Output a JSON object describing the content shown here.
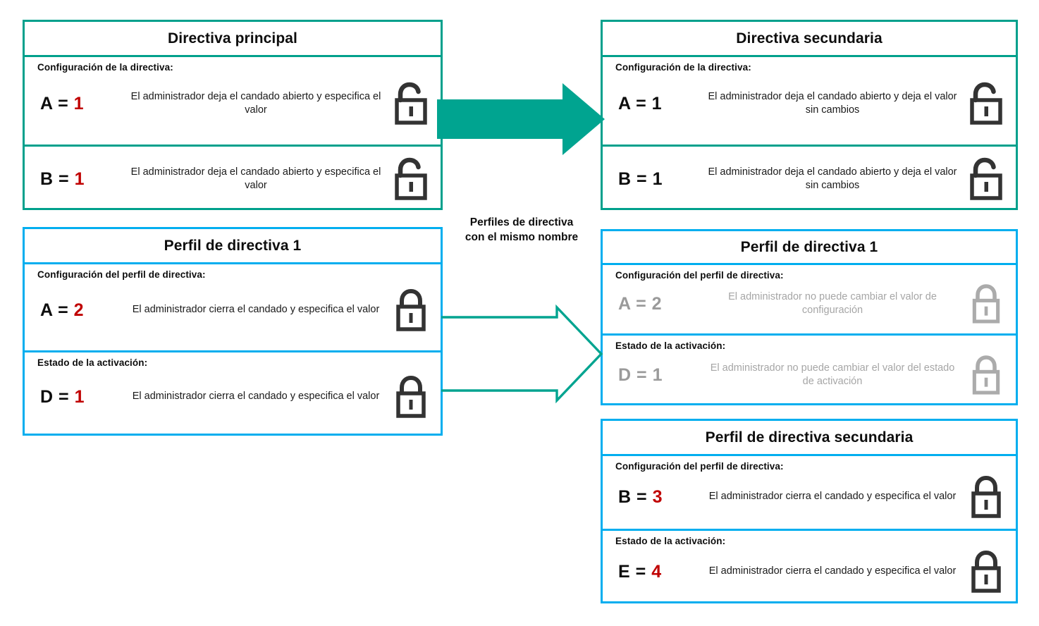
{
  "colors": {
    "teal": "#00A08C",
    "teal_arrow": "#00A490",
    "blue": "#00AEEF",
    "red_value": "#C00000",
    "muted_grey": "#A6A6A6",
    "lock_dark": "#333333",
    "lock_grey": "#ABABAB"
  },
  "center": {
    "label_line1": "Perfiles de directiva",
    "label_line2": "con el mismo nombre",
    "solid_arrow_name": "solid-teal-arrow",
    "hollow_arrow_name": "hollow-teal-arrow"
  },
  "cards": [
    {
      "id": "directiva-principal",
      "title": "Directiva principal",
      "accent": "teal",
      "rows": [
        {
          "label": "Configuración  de la directiva:",
          "key": "A =",
          "value": "1",
          "value_color": "red",
          "desc": "El administrador  deja  el candado  abierto  y especifica  el valor",
          "lock": "unlocked",
          "lock_state": "dark",
          "muted": false
        },
        {
          "label": "",
          "key": "B =",
          "value": "1",
          "value_color": "red",
          "desc": "El administrador  deja  el candado  abierto  y especifica  el valor",
          "lock": "unlocked",
          "lock_state": "dark",
          "muted": false
        }
      ]
    },
    {
      "id": "directiva-secundaria",
      "title": "Directiva secundaria",
      "accent": "teal",
      "rows": [
        {
          "label": "Configuración  de la directiva:",
          "key": "A =",
          "value": "1",
          "value_color": "black",
          "desc": "El administrador  deja  el candado  abierto  y deja  el valor  sin cambios",
          "lock": "unlocked",
          "lock_state": "dark",
          "muted": false
        },
        {
          "label": "",
          "key": "B =",
          "value": "1",
          "value_color": "black",
          "desc": "El administrador  deja  el candado  abierto  y deja  el valor  sin cambios",
          "lock": "unlocked",
          "lock_state": "dark",
          "muted": false
        }
      ]
    },
    {
      "id": "perfil-de-directiva-1-left",
      "title": "Perfil de directiva 1",
      "accent": "blue",
      "rows": [
        {
          "label": "Configuración  del perfil  de directiva:",
          "key": "A =",
          "value": "2",
          "value_color": "red",
          "desc": "El administrador  cierra el candado  y especifica el valor",
          "lock": "locked",
          "lock_state": "dark",
          "muted": false
        },
        {
          "label": "Estado  de la activación:",
          "key": "D =",
          "value": "1",
          "value_color": "red",
          "desc": "El administrador  cierra el candado  y especifica el valor",
          "lock": "locked",
          "lock_state": "dark",
          "muted": false
        }
      ]
    },
    {
      "id": "perfil-de-directiva-1-right",
      "title": "Perfil de directiva 1",
      "accent": "blue",
      "rows": [
        {
          "label": "Configuración  del perfil  de directiva:",
          "key": "A =",
          "value": "2",
          "value_color": "grey",
          "desc": "El administrador  no puede  cambiar  el valor  de configuración",
          "lock": "locked",
          "lock_state": "grey",
          "muted": true
        },
        {
          "label": "Estado  de la activación:",
          "key": "D =",
          "value": "1",
          "value_color": "grey",
          "desc": "El administrador  no puede  cambiar  el valor del estado  de activación",
          "lock": "locked",
          "lock_state": "grey",
          "muted": true
        }
      ]
    },
    {
      "id": "perfil-de-directiva-secundaria",
      "title": "Perfil de directiva secundaria",
      "accent": "blue",
      "rows": [
        {
          "label": "Configuración  del perfil  de directiva:",
          "key": "B =",
          "value": "3",
          "value_color": "red",
          "desc": "El administrador  cierra el candado  y especifica el valor",
          "lock": "locked",
          "lock_state": "dark",
          "muted": false
        },
        {
          "label": "Estado  de la activación:",
          "key": "E =",
          "value": "4",
          "value_color": "red",
          "desc": "El administrador  cierra el candado  y especifica el valor",
          "lock": "locked",
          "lock_state": "dark",
          "muted": false
        }
      ]
    }
  ]
}
